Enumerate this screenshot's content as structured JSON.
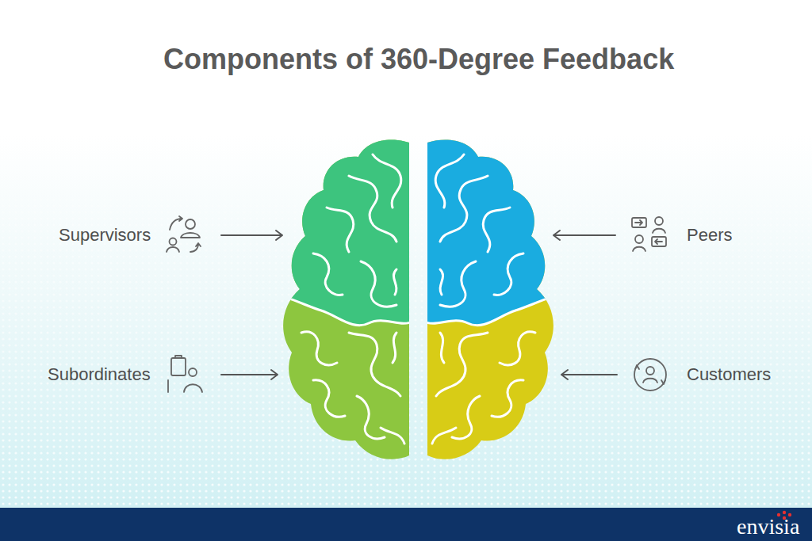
{
  "diagram": {
    "title": "Components of 360-Degree Feedback",
    "labels": [
      "Supervisors",
      "Peers",
      "Subordinates",
      "Customers",
      "envisia"
    ]
  }
}
